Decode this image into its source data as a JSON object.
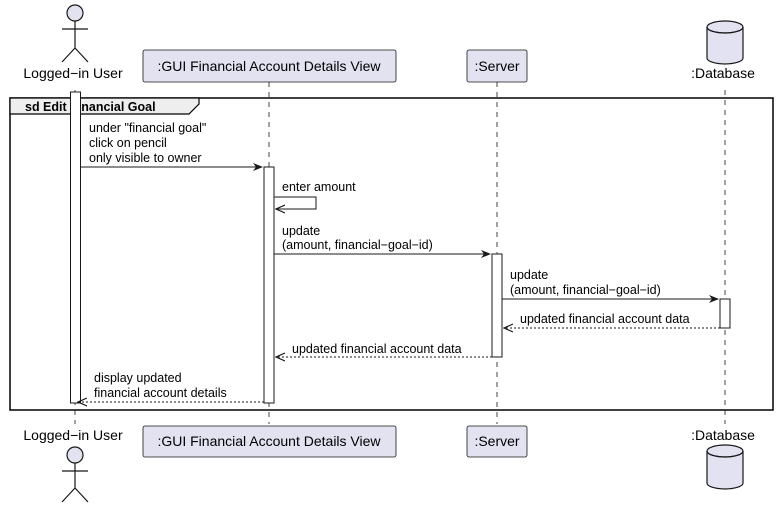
{
  "participants": {
    "user": "Logged−in User",
    "gui": ":GUI Financial Account Details View",
    "server": ":Server",
    "database": ":Database"
  },
  "frame": {
    "title": "sd Edit Financial Goal"
  },
  "messages": {
    "m1": [
      "under \"financial goal\"",
      "click on pencil",
      "only visible to owner"
    ],
    "m2": [
      "enter amount"
    ],
    "m3": [
      "update",
      "(amount, financial−goal−id)"
    ],
    "m4": [
      "update",
      "(amount, financial−goal−id)"
    ],
    "m5": [
      "updated financial account data"
    ],
    "m6": [
      "updated financial account data"
    ],
    "m7": [
      "display updated",
      "financial account details"
    ]
  },
  "colors": {
    "participant_fill": "#E2E2F0",
    "participant_stroke": "#181818",
    "line": "#181818",
    "frame_title_fill": "#EEEEEE"
  }
}
